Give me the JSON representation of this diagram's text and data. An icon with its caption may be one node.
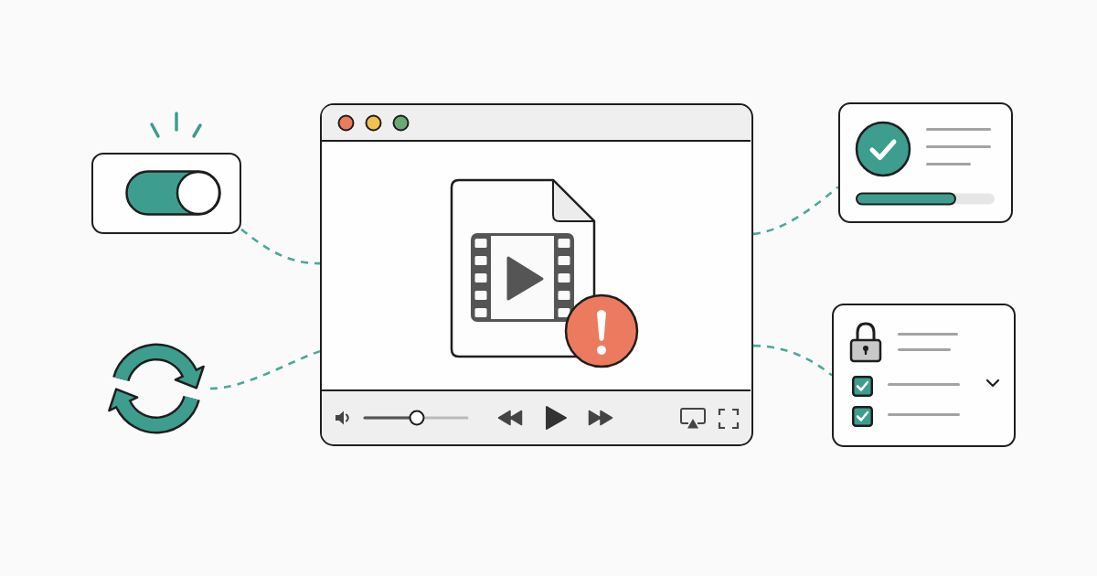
{
  "diagram": {
    "nodes": [
      {
        "text": [],
        "shape": "box"
      },
      {
        "text": [],
        "shape": "picture"
      },
      {
        "text": [],
        "shape": "box"
      },
      {
        "text": [],
        "shape": "box"
      },
      {
        "text": [],
        "shape": "box"
      }
    ],
    "edges": [
      {
        "from": 0,
        "to": 2,
        "arrow": "none",
        "style": "dashed",
        "color": "#4aa99a"
      },
      {
        "from": 1,
        "to": 2,
        "arrow": "none",
        "style": "dashed",
        "color": "#4aa99a"
      },
      {
        "from": 2,
        "to": 3,
        "arrow": "none",
        "style": "dashed",
        "color": "#4aa99a"
      },
      {
        "from": 2,
        "to": 4,
        "arrow": "none",
        "style": "dashed",
        "color": "#4aa99a"
      }
    ]
  }
}
